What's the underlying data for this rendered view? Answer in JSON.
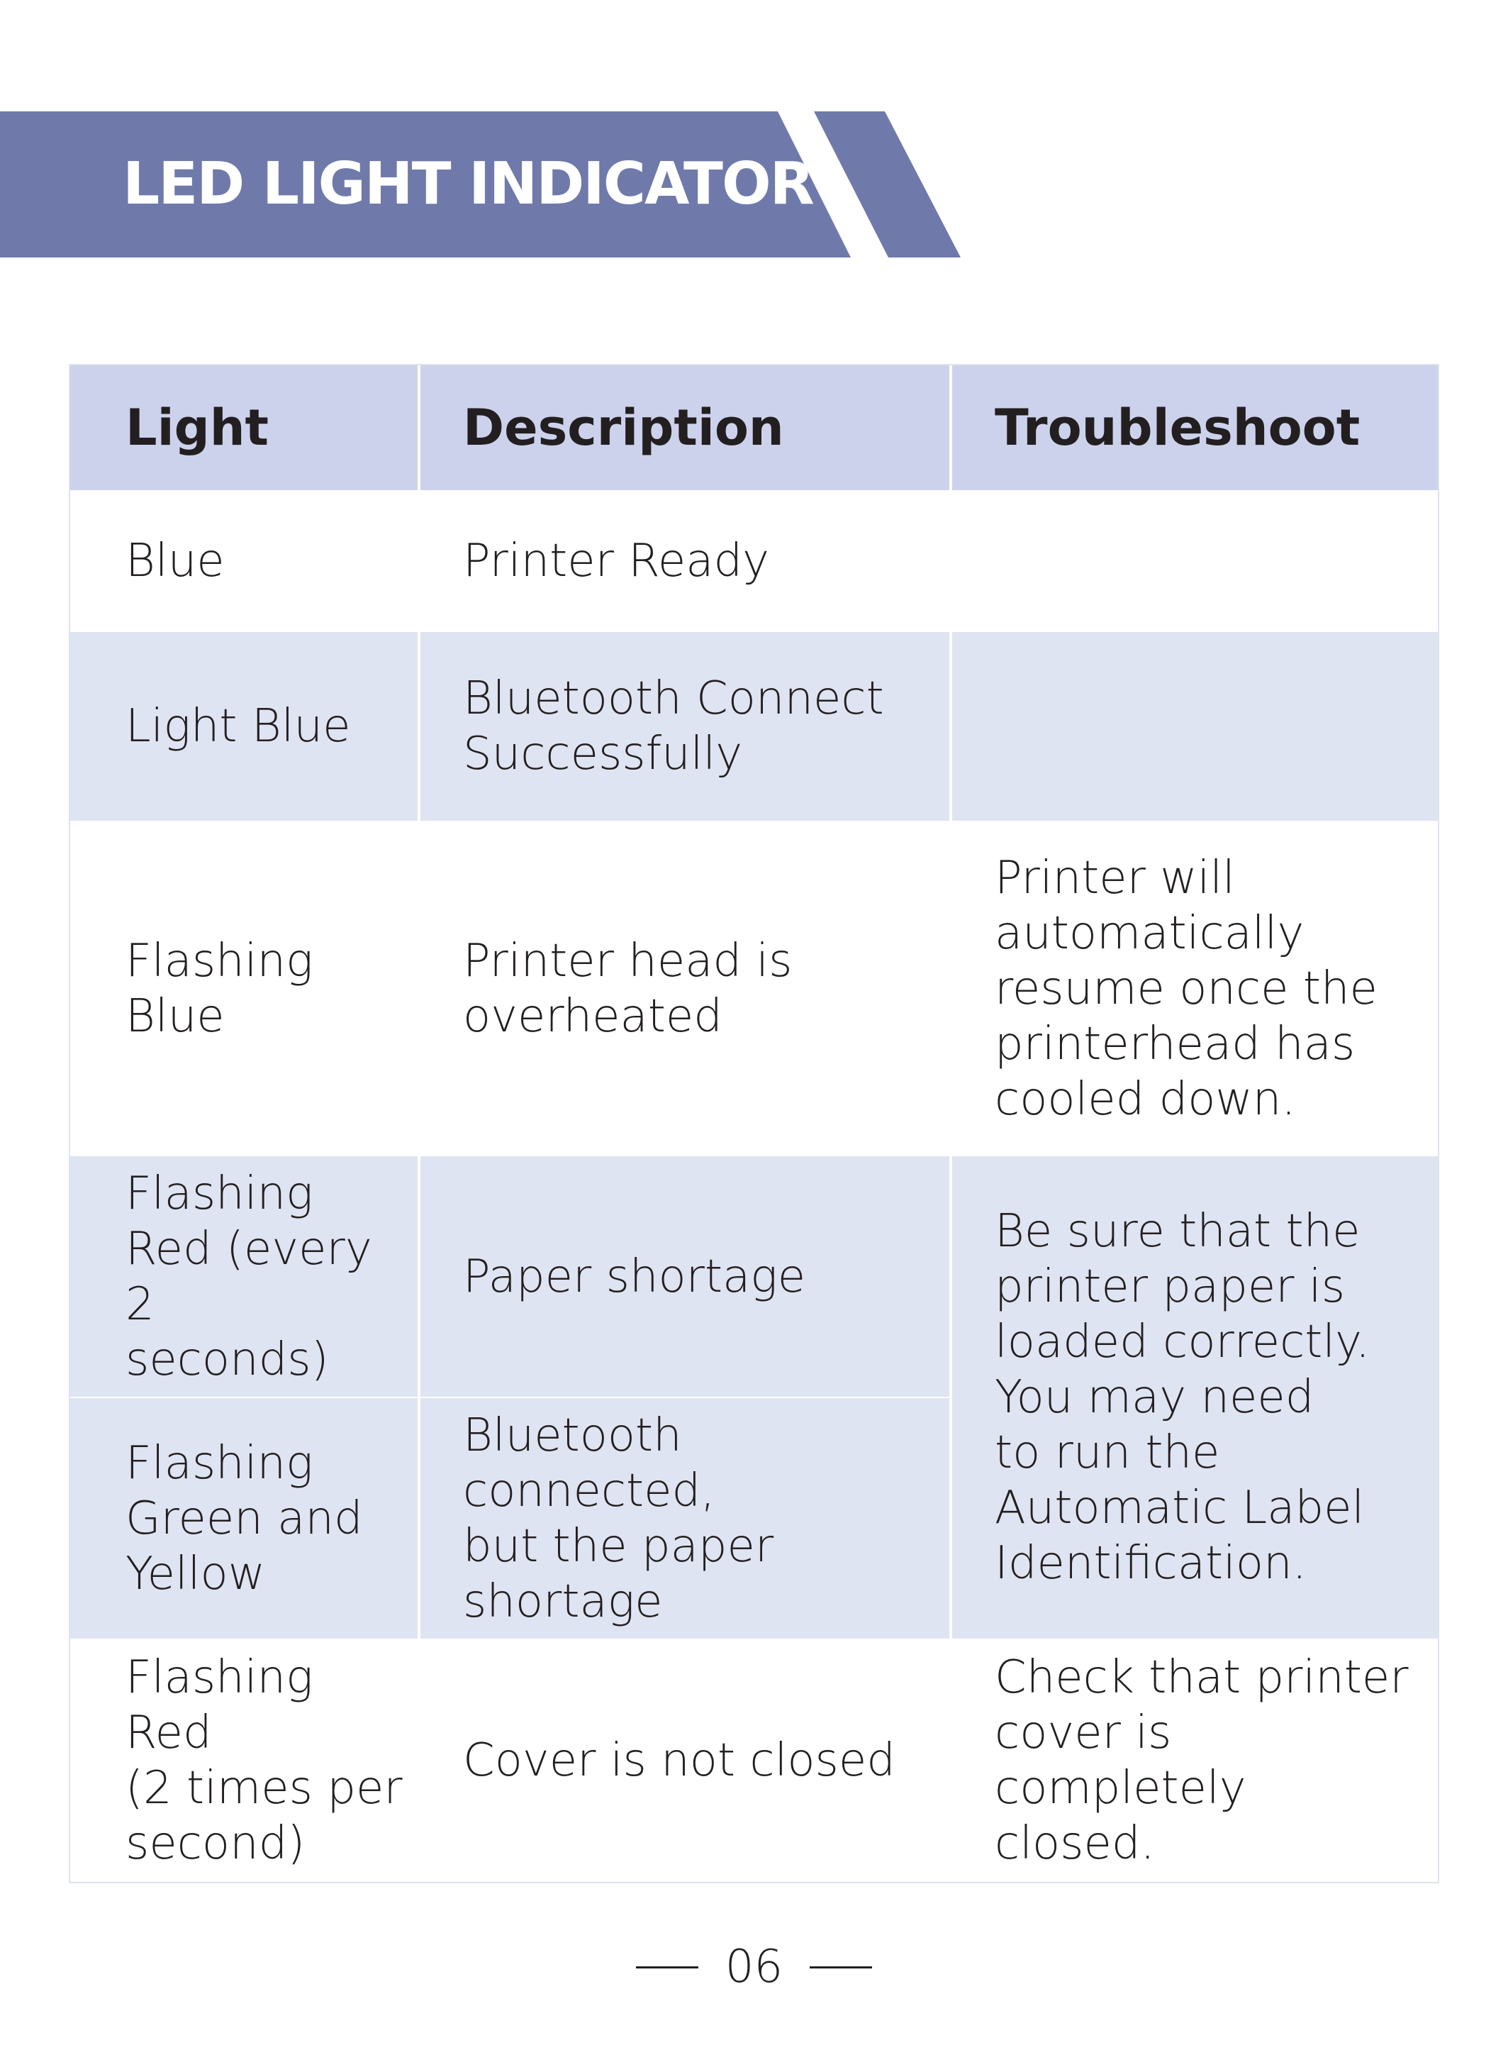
{
  "header": {
    "title": "LED LIGHT INDICATOR",
    "banner_color": "#6f7aab"
  },
  "table": {
    "columns": [
      "Light",
      "Description",
      "Troubleshoot"
    ],
    "rows": [
      {
        "light": "Blue",
        "description": "Printer Ready",
        "troubleshoot": ""
      },
      {
        "light": "Light Blue",
        "description": "Bluetooth Connect\nSuccessfully",
        "troubleshoot": ""
      },
      {
        "light": "Flashing\nBlue",
        "description": "Printer head is\noverheated",
        "troubleshoot": "Printer will\nautomatically\nresume once the\nprinterhead has\ncooled down."
      },
      {
        "light": "Flashing\nRed (every 2\nseconds)",
        "description": "Paper shortage",
        "troubleshoot": "Be sure that the\nprinter paper is\nloaded correctly.\nYou may need\nto run the\nAutomatic Label\nIdentification."
      },
      {
        "light": "Flashing\nGreen and\nYellow",
        "description": "Bluetooth connected,\nbut the paper\nshortage",
        "troubleshoot": ""
      },
      {
        "light": "Flashing Red\n(2 times per\nsecond)",
        "description": "Cover is not closed",
        "troubleshoot": "Check that printer\ncover is completely\nclosed."
      }
    ],
    "header_color": "#cdd2ec",
    "shade_color": "#dfe4f2"
  },
  "footer": {
    "page_number": "06"
  }
}
